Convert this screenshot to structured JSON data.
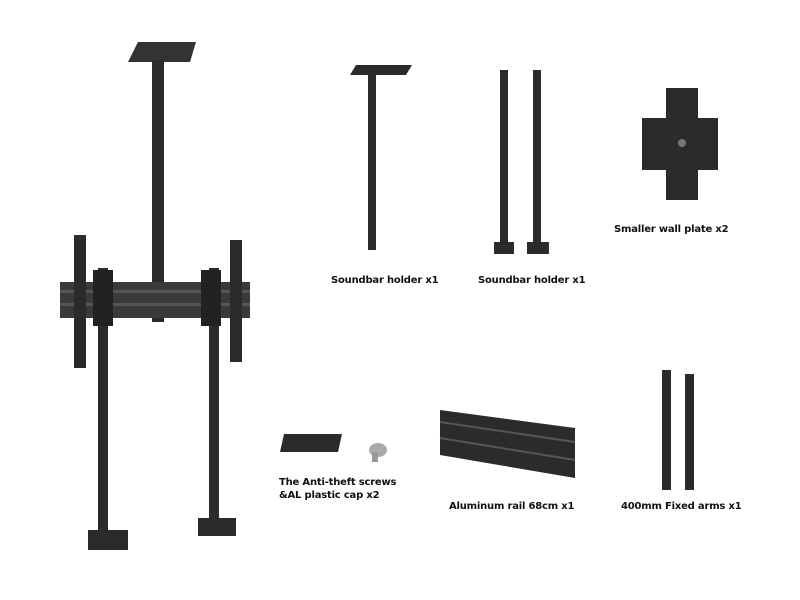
{
  "labels": {
    "soundbar_holder_1": "Soundbar holder x1",
    "soundbar_holder_2": "Soundbar holder x1",
    "wall_plate": "Smaller wall plate x2",
    "anti_theft_line1": "The Anti-theft screws",
    "anti_theft_line2": "&AL plastic cap x2",
    "aluminum_rail": "Aluminum rail 68cm x1",
    "fixed_arms": "400mm Fixed arms x1"
  },
  "colors": {
    "metal": "#2b2b2d",
    "metal_light": "#4a4a4d",
    "background": "#ffffff"
  }
}
